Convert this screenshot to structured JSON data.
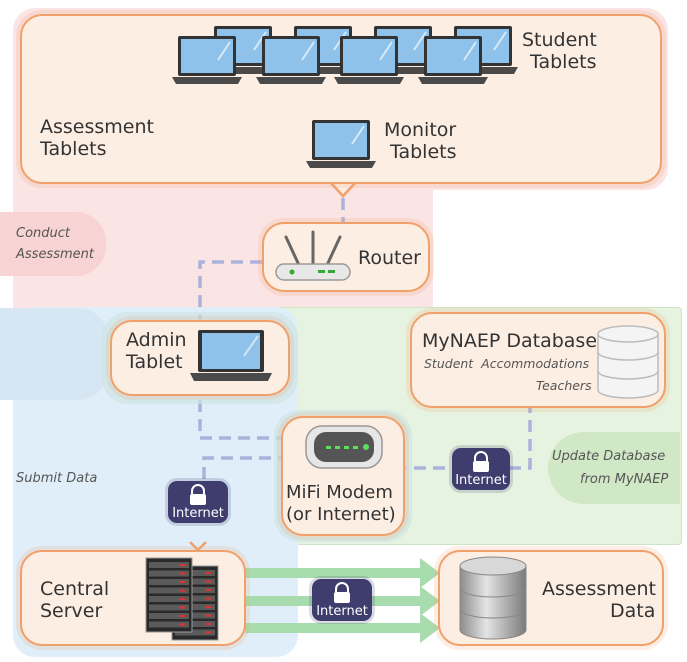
{
  "assessment": {
    "title_line1": "Assessment",
    "title_line2": "Tablets",
    "student_line1": "Student",
    "student_line2": "Tablets",
    "monitor_line1": "Monitor",
    "monitor_line2": "Tablets"
  },
  "router": {
    "label": "Router"
  },
  "admin": {
    "line1": "Admin",
    "line2": "Tablet"
  },
  "database": {
    "title": "MyNAEP Database",
    "item1": "Student  Accommodations",
    "item2": "Teachers"
  },
  "modem": {
    "line1": "MiFi Modem",
    "line2": "(or Internet)"
  },
  "server": {
    "line1": "Central",
    "line2": "Server"
  },
  "assessment_data": {
    "line1": "Assessment",
    "line2": "Data"
  },
  "internet_label": "Internet",
  "regions": {
    "conduct_line1": "Conduct",
    "conduct_line2": "Assessment",
    "submit": "Submit Data",
    "update_line1": "Update Database",
    "update_line2": "from MyNAEP"
  },
  "colors": {
    "box_fill": "#fdeee3",
    "box_border": "#f0a06a",
    "pink_region": "#fbe4e4",
    "blue_region": "#dfeef8",
    "green_region": "#e6f3e0",
    "connector": "#aab3dc",
    "pill": "#3f3c6e",
    "arrow": "#a8dcae"
  }
}
